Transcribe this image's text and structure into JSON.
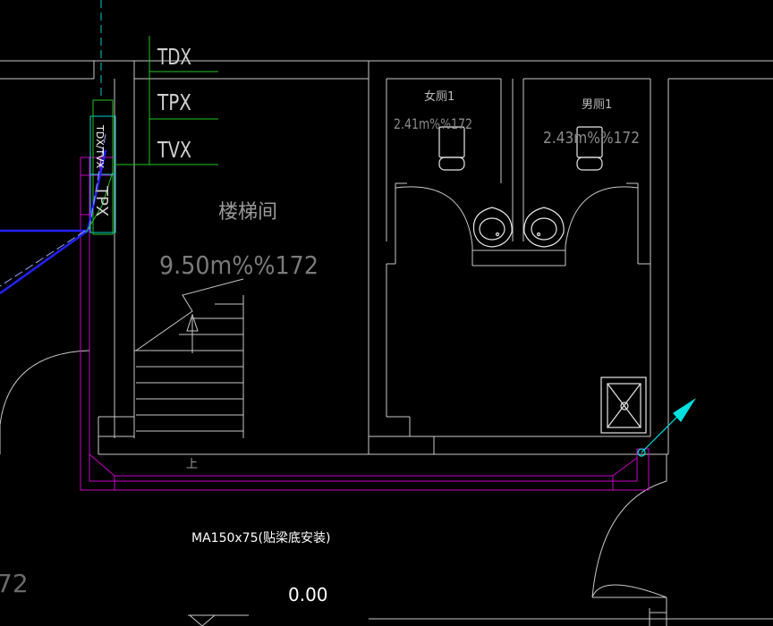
{
  "colors": {
    "background": "#000000",
    "wall": "#c8c8c8",
    "fixture": "#e6e6e6",
    "label": "#cfcfcf",
    "area_text": "#8a8a8a",
    "magenta": "#c800c8",
    "green": "#22c322",
    "cyan": "#00e0e0",
    "teal_dash": "#00a8a8",
    "blue": "#2222ff",
    "light_blue": "#9aa8ff"
  },
  "riser_labels": {
    "tdx": "TDX",
    "tpx": "TPX",
    "tvx": "TVX"
  },
  "vertical_tags": {
    "tag_one": "TDX/TVX",
    "tag_two": "TPX"
  },
  "rooms": {
    "stair_name": "楼梯间",
    "stair_area": "9.50m%%172",
    "stair_up": "上",
    "female_name": "女厕1",
    "female_area": "2.41m%%172",
    "male_name": "男厕1",
    "male_area": "2.43m%%172"
  },
  "annotations": {
    "tray_spec": "MA150x75(贴梁底安装)",
    "elevation": "0.00",
    "edge_fragment": "72"
  },
  "icons": {
    "floor_drain": "floor-drain-icon",
    "direction_arrow": "arrow-icon"
  }
}
